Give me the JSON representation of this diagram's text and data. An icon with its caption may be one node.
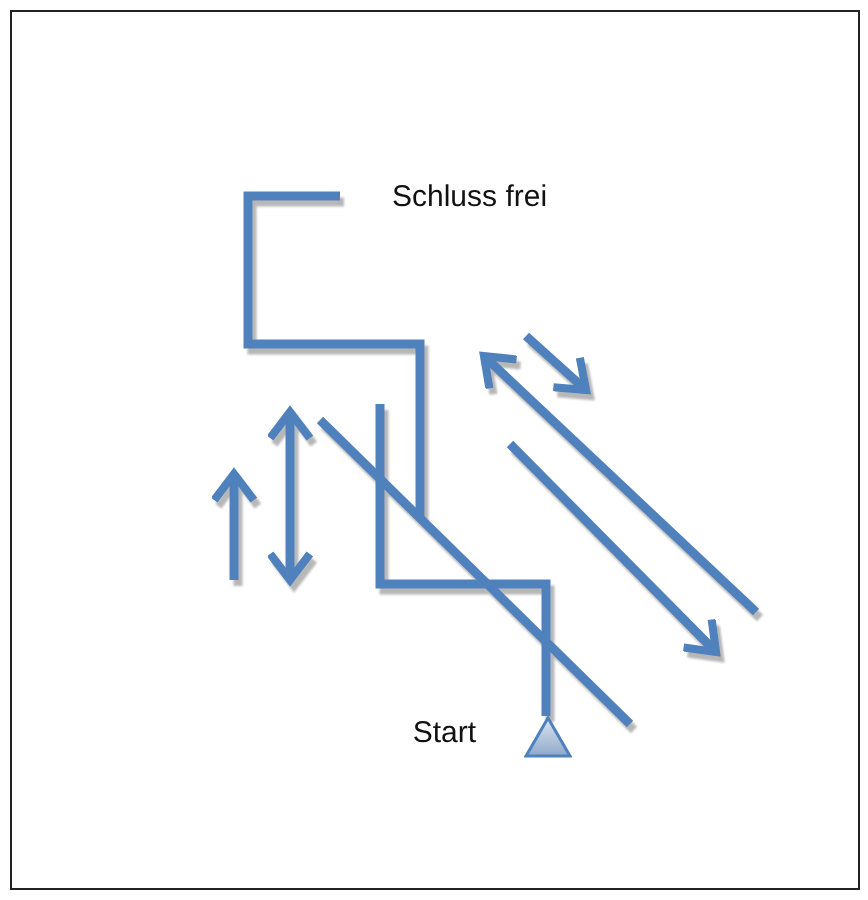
{
  "diagram": {
    "nodes": [
      {
        "text": [],
        "shape": "triangle",
        "beside": [
          "Start"
        ]
      }
    ],
    "labels": [
      "Schluss frei"
    ]
  }
}
